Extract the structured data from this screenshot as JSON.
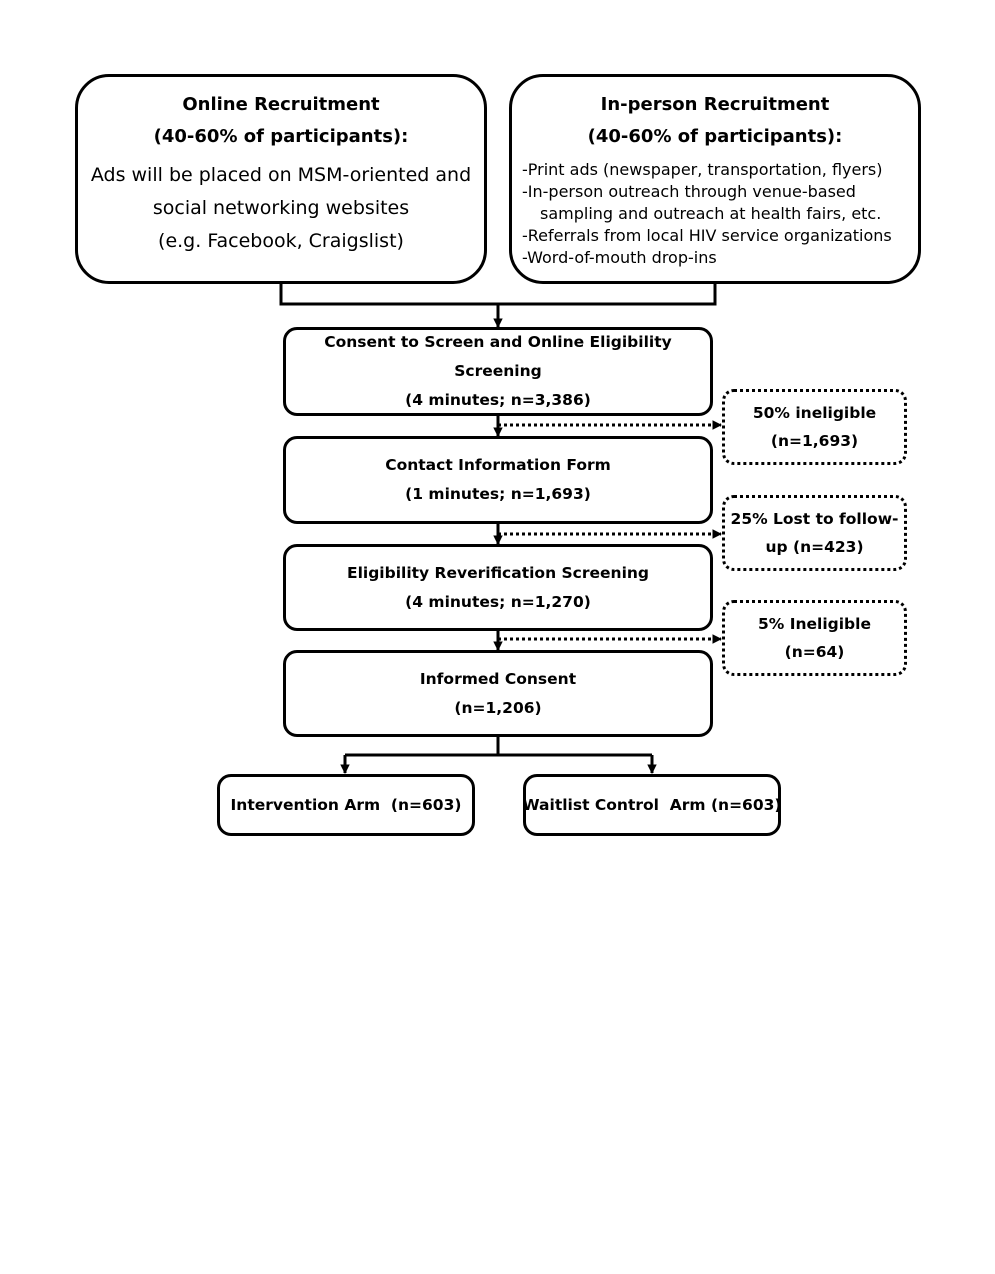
{
  "online": {
    "title": "Online Recruitment",
    "subtitle": "(40-60% of participants):",
    "lines": [
      "Ads will be placed on MSM-oriented and",
      "social networking websites",
      "(e.g. Facebook, Craigslist)"
    ]
  },
  "inperson": {
    "title": "In-person Recruitment",
    "subtitle": "(40-60% of participants):",
    "items": [
      "-Print ads (newspaper, transportation, flyers)",
      "-In-person outreach through venue-based sampling and outreach at health fairs, etc.",
      "-Referrals from local HIV service organizations",
      "-Word-of-mouth drop-ins"
    ]
  },
  "steps": [
    {
      "title": "Consent to Screen and Online Eligibility Screening",
      "sub": "(4 minutes; n=3,386)"
    },
    {
      "title": "Contact Information Form",
      "sub": "(1 minutes; n=1,693)"
    },
    {
      "title": "Eligibility Reverification Screening",
      "sub": "(4 minutes; n=1,270)"
    },
    {
      "title": "Informed Consent",
      "sub": "(n=1,206)"
    }
  ],
  "exits": [
    {
      "line1": "50% ineligible",
      "line2": "(n=1,693)"
    },
    {
      "line1": "25% Lost to follow-",
      "line2": "up (n=423)"
    },
    {
      "line1": "5% Ineligible",
      "line2": "(n=64)"
    }
  ],
  "arms": {
    "intervention": "Intervention Arm  (n=603)",
    "control": "Waitlist Control  Arm (n=603)"
  }
}
